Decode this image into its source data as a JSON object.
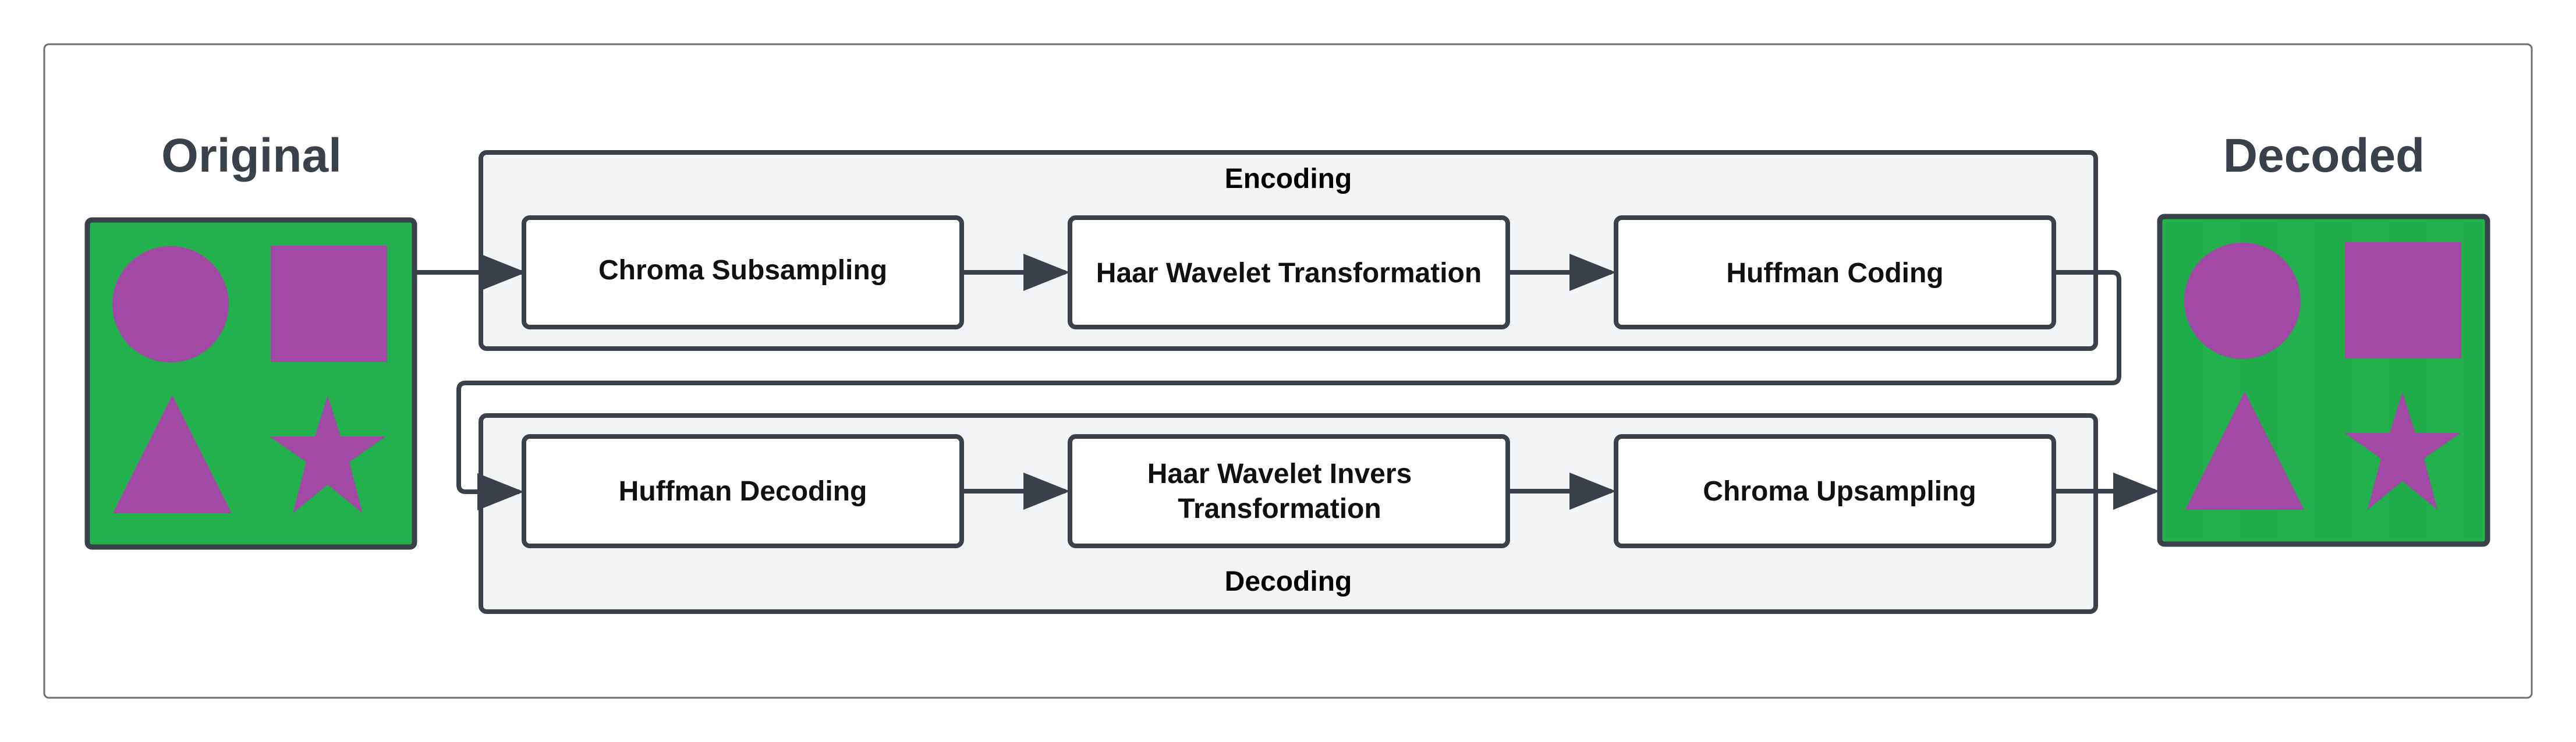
{
  "colors": {
    "outline": "#3a414a",
    "group_fill": "#f2f3f5",
    "image_background": "#22b14c",
    "shape_fill": "#a24aa6",
    "node_fill": "#ffffff"
  },
  "original": {
    "title": "Original",
    "shapes": [
      "circle",
      "square",
      "triangle",
      "star"
    ]
  },
  "decoded": {
    "title": "Decoded",
    "shapes": [
      "circle",
      "square",
      "triangle",
      "star"
    ]
  },
  "encoding": {
    "label": "Encoding",
    "steps": [
      {
        "label": "Chroma Subsampling"
      },
      {
        "label": "Haar Wavelet Transformation"
      },
      {
        "label": "Huffman Coding"
      }
    ]
  },
  "decoding": {
    "label": "Decoding",
    "steps": [
      {
        "label": "Huffman Decoding"
      },
      {
        "label_lines": [
          "Haar Wavelet Invers",
          "Transformation"
        ]
      },
      {
        "label": "Chroma Upsampling"
      }
    ]
  }
}
